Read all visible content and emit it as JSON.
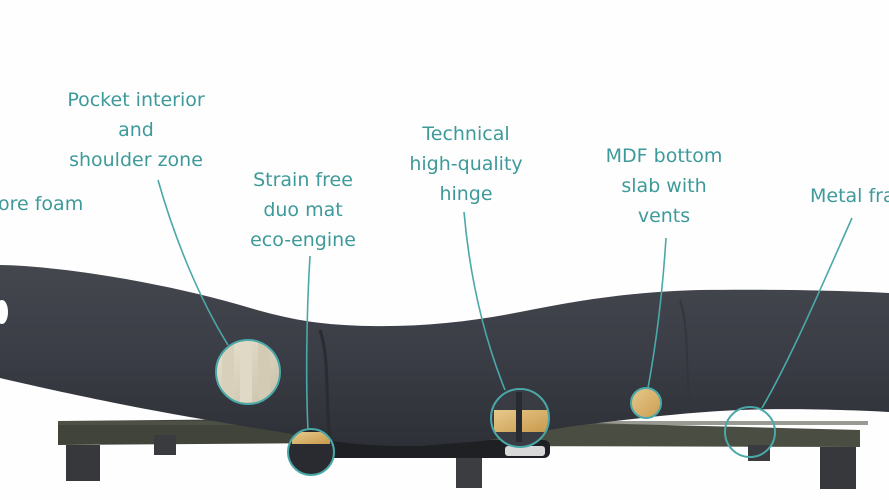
{
  "colors": {
    "label_teal": "#3e9a9a",
    "leader_line": "#4aa9a8",
    "fabric": "#3b3d46",
    "fabric_dark": "#2c2e35",
    "frame": "#43463a",
    "leg": "#3c3d40",
    "wood": "#d8b36a",
    "background": "#fefefe"
  },
  "labels": {
    "memory_foam": {
      "lines": [
        "ore foam"
      ]
    },
    "pocket_interior": {
      "lines": [
        "Pocket interior",
        "and",
        "shoulder zone"
      ]
    },
    "strain_free": {
      "lines": [
        "Strain free",
        "duo mat",
        "eco-engine"
      ]
    },
    "hinge": {
      "lines": [
        "Technical",
        "high-quality",
        "hinge"
      ]
    },
    "mdf": {
      "lines": [
        "MDF bottom",
        "slab with",
        "vents"
      ]
    },
    "metal_frame": {
      "lines": [
        "Metal fra"
      ]
    }
  }
}
